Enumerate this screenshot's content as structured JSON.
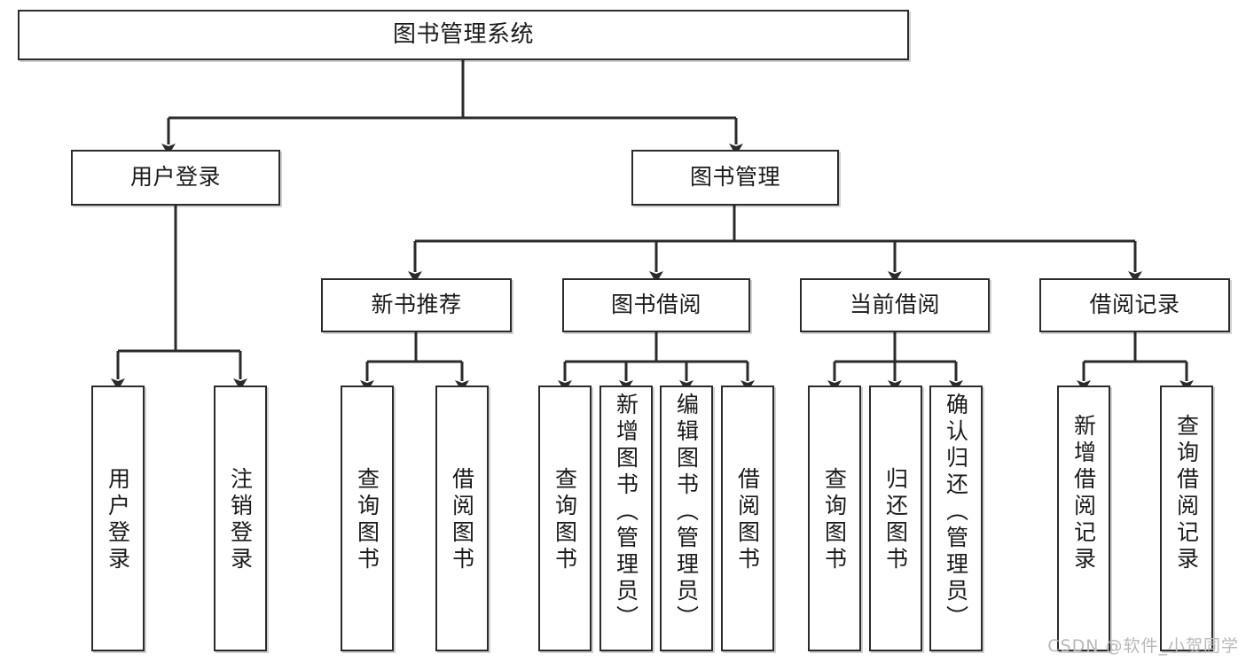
{
  "diagram": {
    "title": "图书管理系统",
    "type": "tree-hierarchy-chart",
    "colors": {
      "node_border": "#2b2b2b",
      "node_fill": "#ffffff",
      "edge": "#2b2b2b",
      "text": "#1a1a1a",
      "watermark": "#b9b9b9",
      "background": "#ffffff"
    },
    "root": {
      "label": "图书管理系统"
    },
    "level2": [
      {
        "label": "用户登录"
      },
      {
        "label": "图书管理"
      }
    ],
    "level3": [
      {
        "label": "新书推荐"
      },
      {
        "label": "图书借阅"
      },
      {
        "label": "当前借阅"
      },
      {
        "label": "借阅记录"
      }
    ],
    "leaves": {
      "user_login": [
        {
          "label": "用户登录"
        },
        {
          "label": "注销登录"
        }
      ],
      "new_book_recommend": [
        {
          "label": "查询图书"
        },
        {
          "label": "借阅图书"
        }
      ],
      "book_borrow": [
        {
          "label": "查询图书"
        },
        {
          "label": "新增图书（管理员）"
        },
        {
          "label": "编辑图书（管理员）"
        },
        {
          "label": "借阅图书"
        }
      ],
      "current_borrow": [
        {
          "label": "查询图书"
        },
        {
          "label": "归还图书"
        },
        {
          "label": "确认归还（管理员）"
        }
      ],
      "borrow_records": [
        {
          "label": "新增借阅记录"
        },
        {
          "label": "查询借阅记录"
        }
      ]
    }
  },
  "watermark": {
    "text": "CSDN @软件_小贺同学"
  }
}
